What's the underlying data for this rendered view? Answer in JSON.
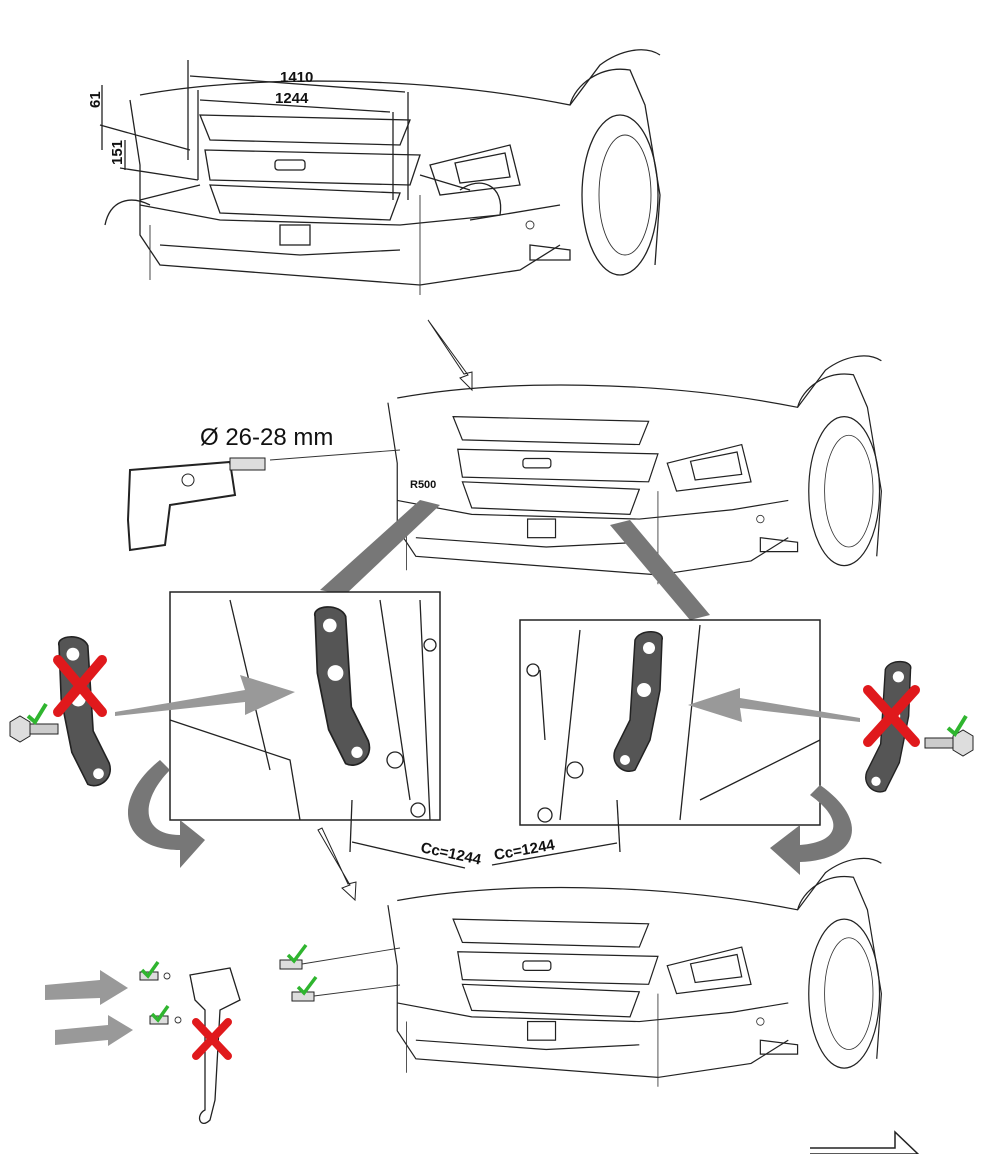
{
  "step1": {
    "dimension_width_outer": "1410",
    "dimension_width_inner": "1244",
    "dimension_height_top": "61",
    "dimension_height_side": "151"
  },
  "step2": {
    "drill_label": "Ø 26-28 mm",
    "badge_text": "R500"
  },
  "step3": {
    "center_distance_left": "Cc=1244",
    "center_distance_right": "Cc=1244"
  },
  "colors": {
    "bracket": "#555555",
    "arrow": "#999999",
    "reject": "#e0191c",
    "accept": "#2fb52f"
  }
}
